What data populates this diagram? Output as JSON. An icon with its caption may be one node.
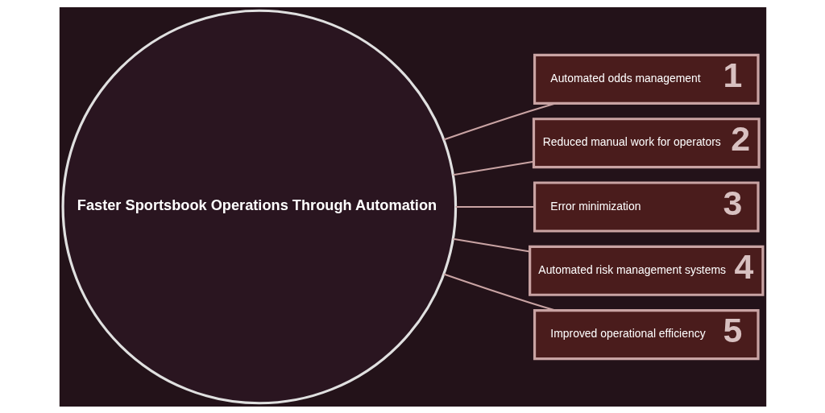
{
  "diagram": {
    "nodes": [
      {
        "text": [
          "Faster Sportsbook Operations Through Automation"
        ]
      },
      {
        "text": [
          "Automated odds management",
          "1"
        ]
      },
      {
        "text": [
          "Reduced manual work for operators",
          "2"
        ]
      },
      {
        "text": [
          "Error minimization",
          "3"
        ]
      },
      {
        "text": [
          "Automated risk management systems",
          "4"
        ]
      },
      {
        "text": [
          "Improved operational efficiency",
          "5"
        ]
      }
    ],
    "edges": [
      {
        "from": 0,
        "to": 1,
        "arrow": "none"
      },
      {
        "from": 0,
        "to": 2,
        "arrow": "none"
      },
      {
        "from": 0,
        "to": 3,
        "arrow": "none"
      },
      {
        "from": 0,
        "to": 4,
        "arrow": "none"
      },
      {
        "from": 0,
        "to": 5,
        "arrow": "none"
      }
    ]
  }
}
